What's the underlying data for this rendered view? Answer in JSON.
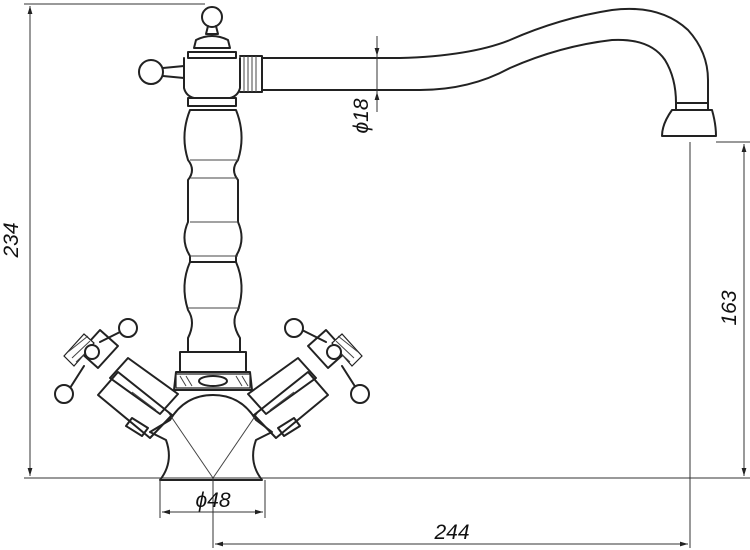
{
  "dimensions": {
    "overall_height": "234",
    "spout_height": "163",
    "spout_diameter": "ϕ18",
    "base_diameter": "ϕ48",
    "spout_reach": "244"
  }
}
